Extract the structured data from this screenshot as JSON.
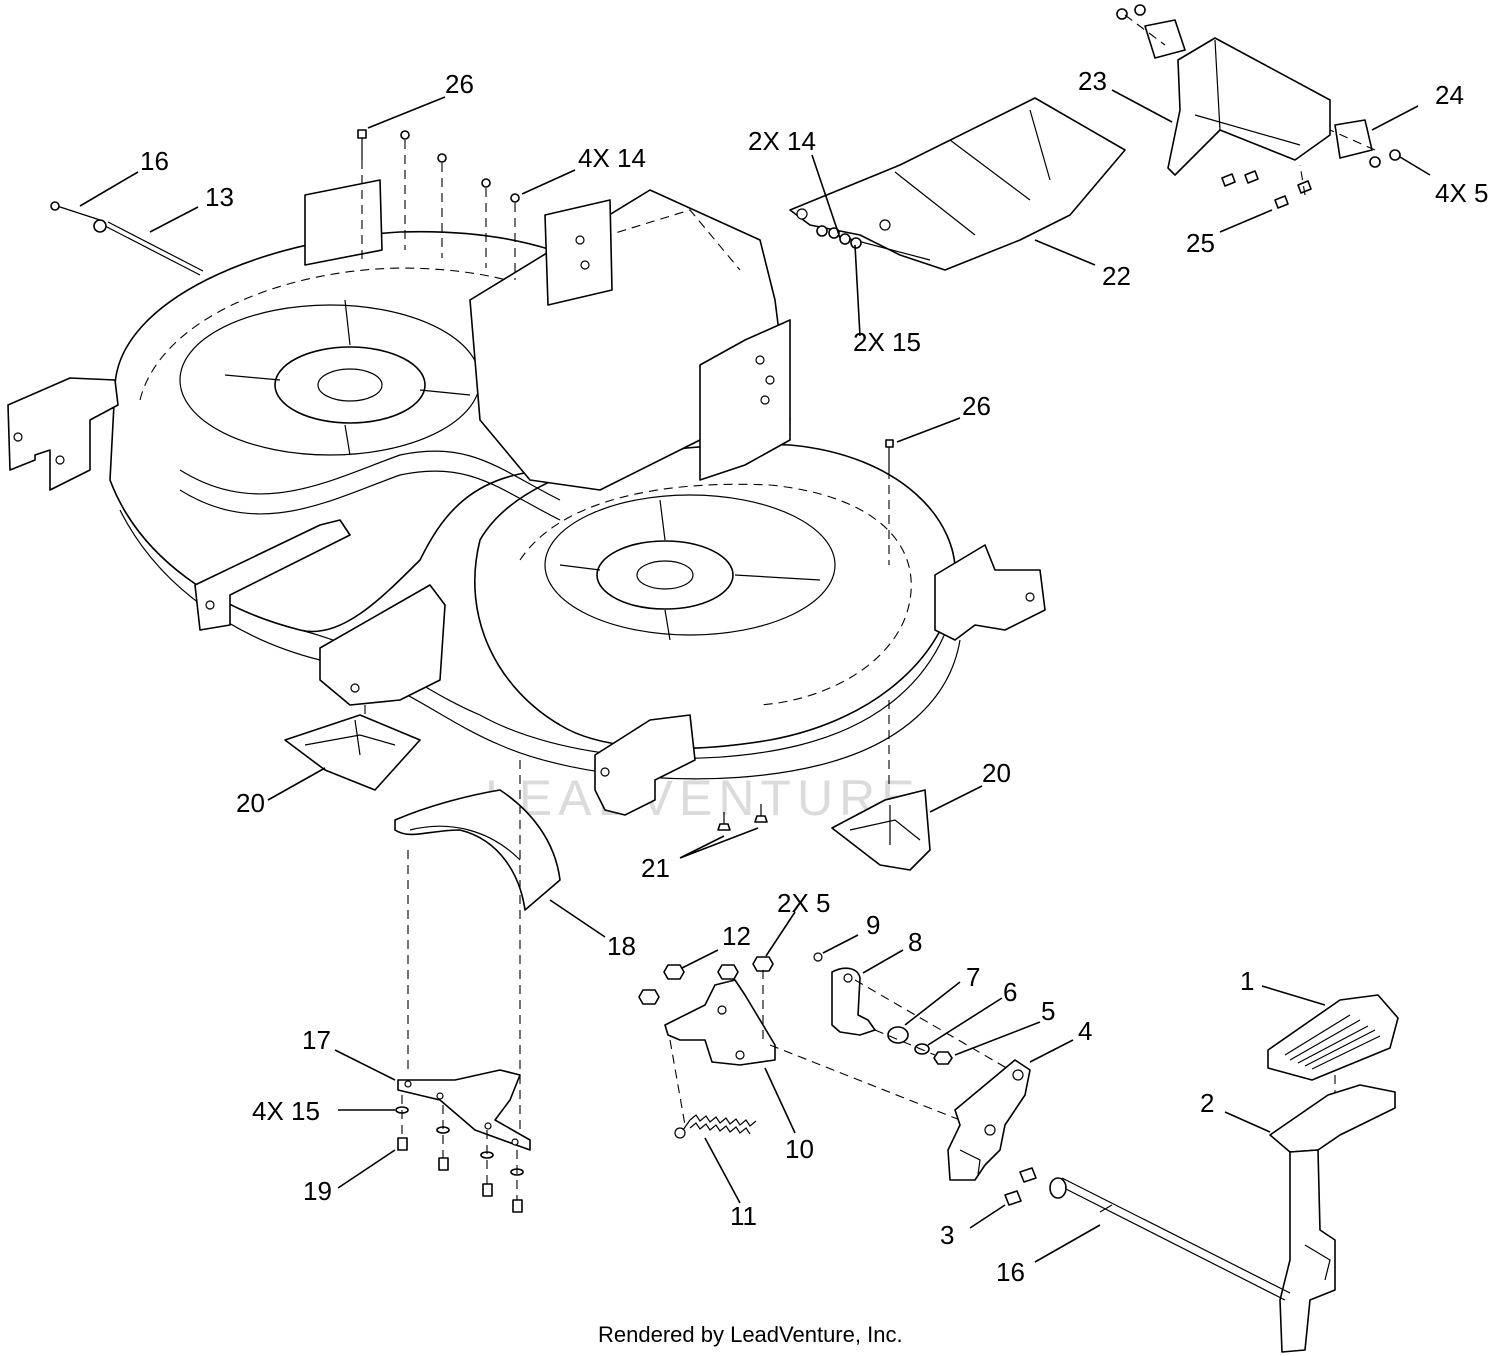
{
  "callouts": [
    {
      "id": "c26a",
      "text": "26"
    },
    {
      "id": "c16a",
      "text": "16"
    },
    {
      "id": "c13",
      "text": "13"
    },
    {
      "id": "c4x14",
      "text": "4X  14"
    },
    {
      "id": "c2x14",
      "text": "2X  14"
    },
    {
      "id": "c2x15",
      "text": "2X  15"
    },
    {
      "id": "c22",
      "text": "22"
    },
    {
      "id": "c23",
      "text": "23"
    },
    {
      "id": "c24",
      "text": "24"
    },
    {
      "id": "c4x5",
      "text": "4X  5"
    },
    {
      "id": "c25",
      "text": "25"
    },
    {
      "id": "c26b",
      "text": "26"
    },
    {
      "id": "c20a",
      "text": "20"
    },
    {
      "id": "c20b",
      "text": "20"
    },
    {
      "id": "c21",
      "text": "21"
    },
    {
      "id": "c18",
      "text": "18"
    },
    {
      "id": "c12",
      "text": "12"
    },
    {
      "id": "c2x5",
      "text": "2X  5"
    },
    {
      "id": "c9",
      "text": "9"
    },
    {
      "id": "c8",
      "text": "8"
    },
    {
      "id": "c7",
      "text": "7"
    },
    {
      "id": "c6",
      "text": "6"
    },
    {
      "id": "c5",
      "text": "5"
    },
    {
      "id": "c4",
      "text": "4"
    },
    {
      "id": "c1",
      "text": "1"
    },
    {
      "id": "c2",
      "text": "2"
    },
    {
      "id": "c17",
      "text": "17"
    },
    {
      "id": "c4x15",
      "text": "4X  15"
    },
    {
      "id": "c19",
      "text": "19"
    },
    {
      "id": "c10",
      "text": "10"
    },
    {
      "id": "c11",
      "text": "11"
    },
    {
      "id": "c3",
      "text": "3"
    },
    {
      "id": "c16b",
      "text": "16"
    }
  ],
  "footer": "Rendered by LeadVenture, Inc.",
  "watermark": "LEADVENTURE",
  "colors": {
    "line": "#000000",
    "background": "#ffffff",
    "watermark": "#d8d8d8"
  }
}
